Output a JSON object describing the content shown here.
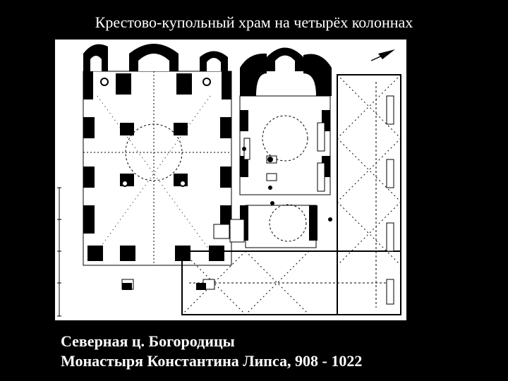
{
  "slide": {
    "title": "Крестово-купольный храм на четырёх колоннах",
    "caption_line1": "Северная ц. Богородицы",
    "caption_line2": "Монастыря  Константина Липса, 908 - 1022"
  },
  "colors": {
    "background": "#000000",
    "text": "#ffffff",
    "plan_paper": "#ffffff",
    "plan_ink": "#000000"
  },
  "figure": {
    "kind": "architectural floor plan",
    "icons": [
      "north-arrow-icon",
      "scale-bar-icon"
    ]
  }
}
